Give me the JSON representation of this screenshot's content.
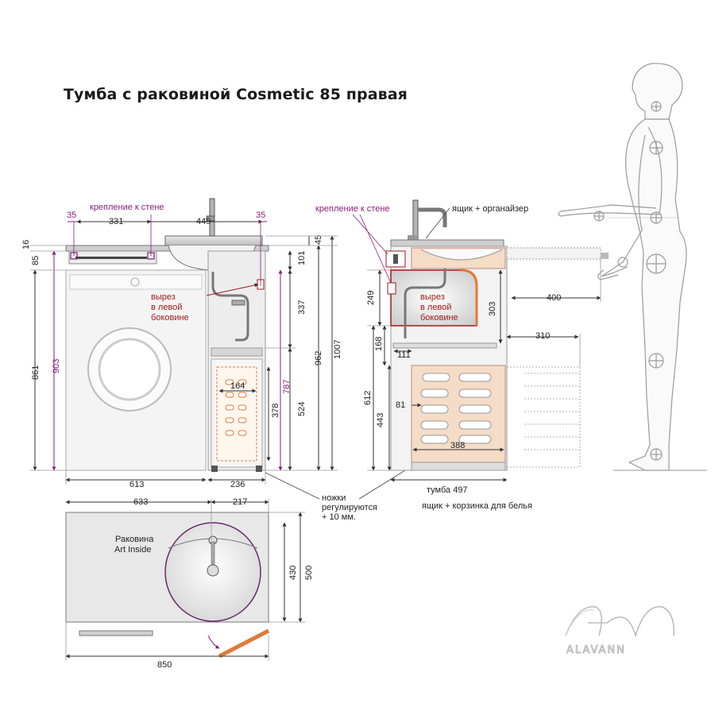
{
  "title": "Тумба с раковиной Cosmetic 85 правая",
  "colors": {
    "purple": "#8a1c7c",
    "red": "#a11a1a",
    "orange": "#e07a3a",
    "lineGray": "#8a8a8a"
  },
  "front": {
    "wall_label": "крепление к стене",
    "d_35a": "35",
    "d_331": "331",
    "d_449": "449",
    "d_35b": "35",
    "d_16": "16",
    "d_85": "85",
    "d_861": "861",
    "d_903": "903",
    "d_101": "101",
    "d_337": "337",
    "d_524": "524",
    "d_787": "787",
    "d_45": "45",
    "d_962": "962",
    "d_1007": "1007",
    "d_164": "164",
    "d_378": "378",
    "d_613": "613",
    "d_236": "236",
    "cutout": [
      "вырез",
      "в левой",
      "боковине"
    ]
  },
  "side": {
    "wall_label": "крепление к стене",
    "drawer_org": "ящик + органайзер",
    "cutout": [
      "вырез",
      "в левой",
      "боковине"
    ],
    "d_249": "249",
    "d_168": "168",
    "d_111": "111",
    "d_612": "612",
    "d_443": "443",
    "d_81": "81",
    "d_303": "303",
    "d_388": "388",
    "d_400": "400",
    "d_310": "310",
    "tumba": "тумба 497",
    "drawer_basket": "ящик + корзинка для белья"
  },
  "top": {
    "d_633": "633",
    "d_217": "217",
    "d_430": "430",
    "d_500": "500",
    "d_850": "850",
    "sink_label": [
      "Раковина",
      "Art Inside"
    ]
  },
  "legs": [
    "ножки",
    "регулируются",
    "+ 10 мм."
  ],
  "brand": "ALAVANN"
}
